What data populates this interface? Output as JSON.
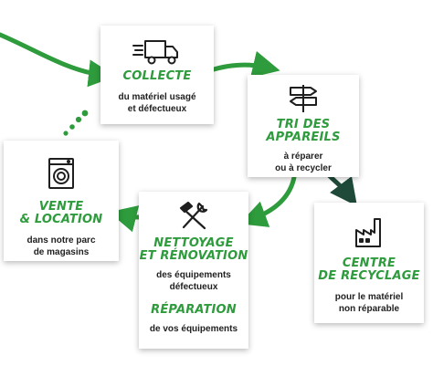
{
  "colors": {
    "arrow_green": "#2e9b3c",
    "arrow_dark": "#1f4a3a",
    "title_green": "#2e9b3c",
    "text_dark": "#1f1f1f"
  },
  "cards": {
    "collecte": {
      "title": "COLLECTE",
      "desc": "du matériel usagé\net défectueux",
      "icon": "delivery-truck-icon"
    },
    "tri": {
      "title": "TRI DES\nAPPAREILS",
      "desc": "à réparer\nou à recycler",
      "icon": "signpost-icon"
    },
    "vente": {
      "title": "VENTE\n& LOCATION",
      "desc": "dans notre parc\nde magasins",
      "icon": "washing-machine-icon"
    },
    "nettoyage": {
      "title": "NETTOYAGE\nET RÉNOVATION",
      "desc": "des équipements\ndéfectueux",
      "title2": "RÉPARATION",
      "desc2": "de vos équipements",
      "icon": "hammer-wrench-icon"
    },
    "centre": {
      "title": "CENTRE\nDE RECYCLAGE",
      "desc": "pour le matériel\nnon réparable",
      "icon": "factory-icon"
    }
  }
}
